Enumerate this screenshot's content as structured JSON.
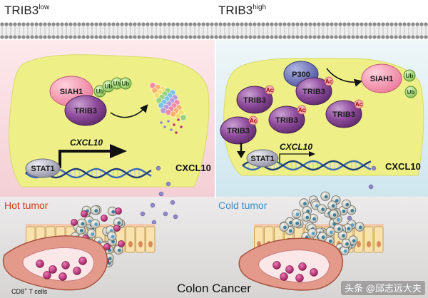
{
  "headings": {
    "left_base": "TRIB3",
    "left_sup": "low",
    "right_base": "TRIB3",
    "right_sup": "high"
  },
  "left_panel": {
    "siah1": "SIAH1",
    "trib3": "TRIB3",
    "ub": "Ub",
    "gene": "CXCL10",
    "stat1": "STAT1",
    "cxcl10": "CXCL10",
    "tumor_label": "Hot tumor",
    "cd8_base": "CD8",
    "cd8_sup": "+",
    "cd8_rest": " T cells"
  },
  "right_panel": {
    "p300": "P300",
    "siah1": "SIAH1",
    "trib3": "TRIB3",
    "ac": "Ac",
    "ub": "Ub",
    "gene": "CXCL10",
    "stat1": "STAT1",
    "cxcl10": "CXCL10",
    "tumor_label": "Cold tumor"
  },
  "footer": {
    "title": "Colon Cancer",
    "watermark": "头条 @邱志远大夫"
  },
  "colors": {
    "cell_body": "#eef087",
    "left_bg": "#f6d6db",
    "right_bg": "#d8ecf3",
    "tissue_bg": "#e3e1e1",
    "trib3": "#8e4a9b",
    "siah1": "#f08aa6",
    "ub": "#99cf62",
    "p300": "#6b72b6",
    "stat1": "#a9a9b8",
    "dna_blue": "#3b69b0",
    "cxcl10_dot": "#8f87c7",
    "tcell": "#c0307a",
    "hot": "#d23a1e",
    "cold": "#3c8dc5"
  }
}
